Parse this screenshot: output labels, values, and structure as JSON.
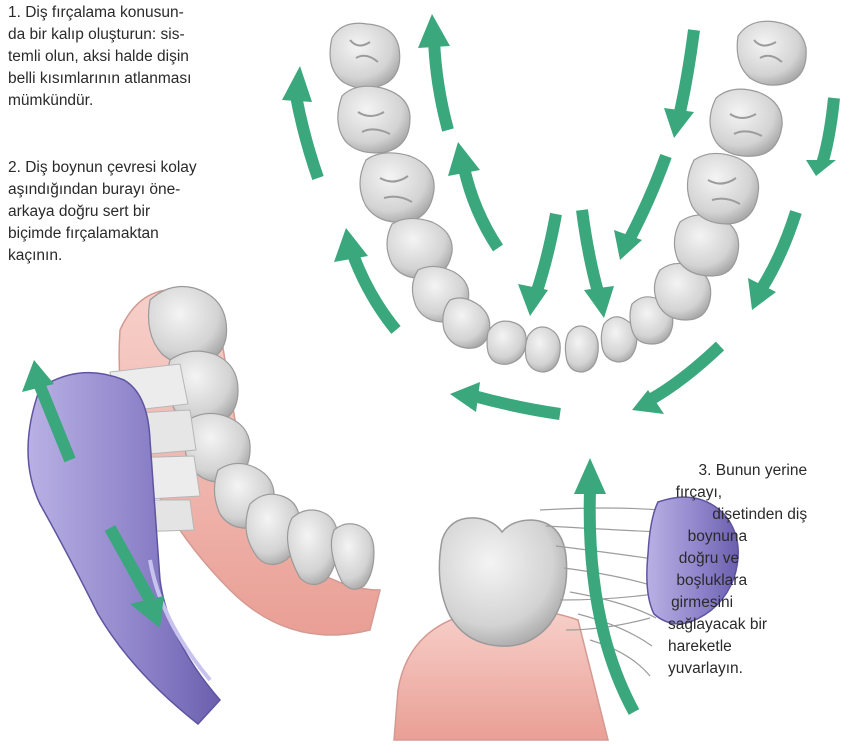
{
  "instructions": [
    {
      "id": "step-1",
      "lines": [
        "1. Diş fırçalama konusun-",
        "da bir kalıp oluşturun: sis-",
        "temli olun, aksi halde dişin",
        "belli kısımlarının atlanması",
        "mümkündür."
      ]
    },
    {
      "id": "step-2",
      "lines": [
        "2. Diş boynun çevresi kolay",
        "aşındığından burayı öne-",
        "arkaya doğru sert bir",
        "biçimde fırçalamaktan",
        "kaçının."
      ]
    },
    {
      "id": "step-3",
      "lines": [
        "3. Bunun yerine",
        "fırçayı,",
        "dişetinden diş",
        "boynuna",
        "doğru ve",
        "boşluklara",
        "girmesini",
        "sağlayacak bir",
        "hareketle",
        "yuvarlayın."
      ]
    }
  ],
  "colors": {
    "arrow": "#3aa77d",
    "tooth": "#dcdcdc",
    "tooth_shadow": "#a9a9a9",
    "gum": "#f1b9b1",
    "brush_handle": "#8f85c9",
    "bristles": "#e6e6e6"
  },
  "icons": [
    "toothbrush-icon",
    "tooth-icon",
    "arrow-icon"
  ]
}
